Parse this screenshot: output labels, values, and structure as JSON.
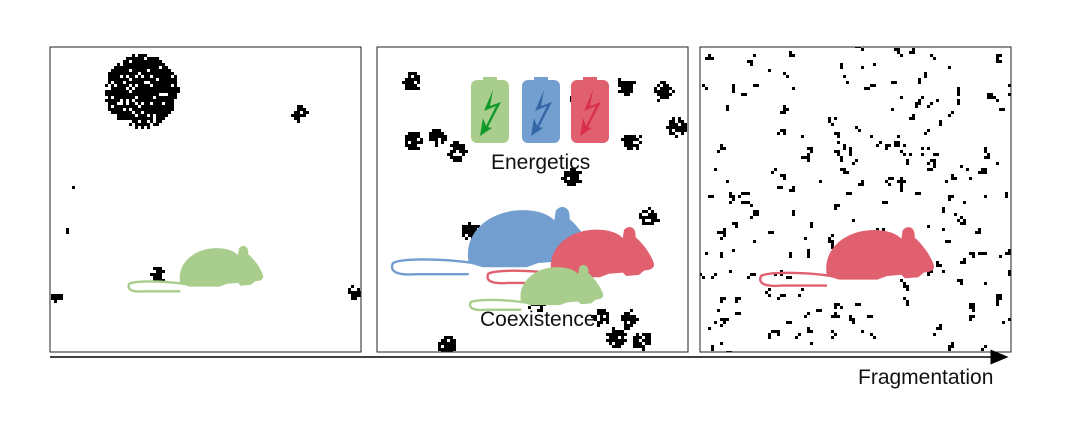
{
  "labels": {
    "energetics": "Energetics",
    "coexistence": "Coexistence",
    "axis": "Fragmentation"
  },
  "colors": {
    "green_mouse": "#a9cd8d",
    "blue_mouse": "#729fcf",
    "red_mouse": "#e06070",
    "green_bolt": "#119a2c",
    "blue_bolt": "#3465a4",
    "red_bolt": "#d9304a"
  },
  "panels": [
    {
      "name": "low-fragmentation",
      "mice": [
        "green"
      ]
    },
    {
      "name": "medium-fragmentation",
      "mice": [
        "blue",
        "red",
        "green"
      ]
    },
    {
      "name": "high-fragmentation",
      "mice": [
        "red"
      ]
    }
  ]
}
